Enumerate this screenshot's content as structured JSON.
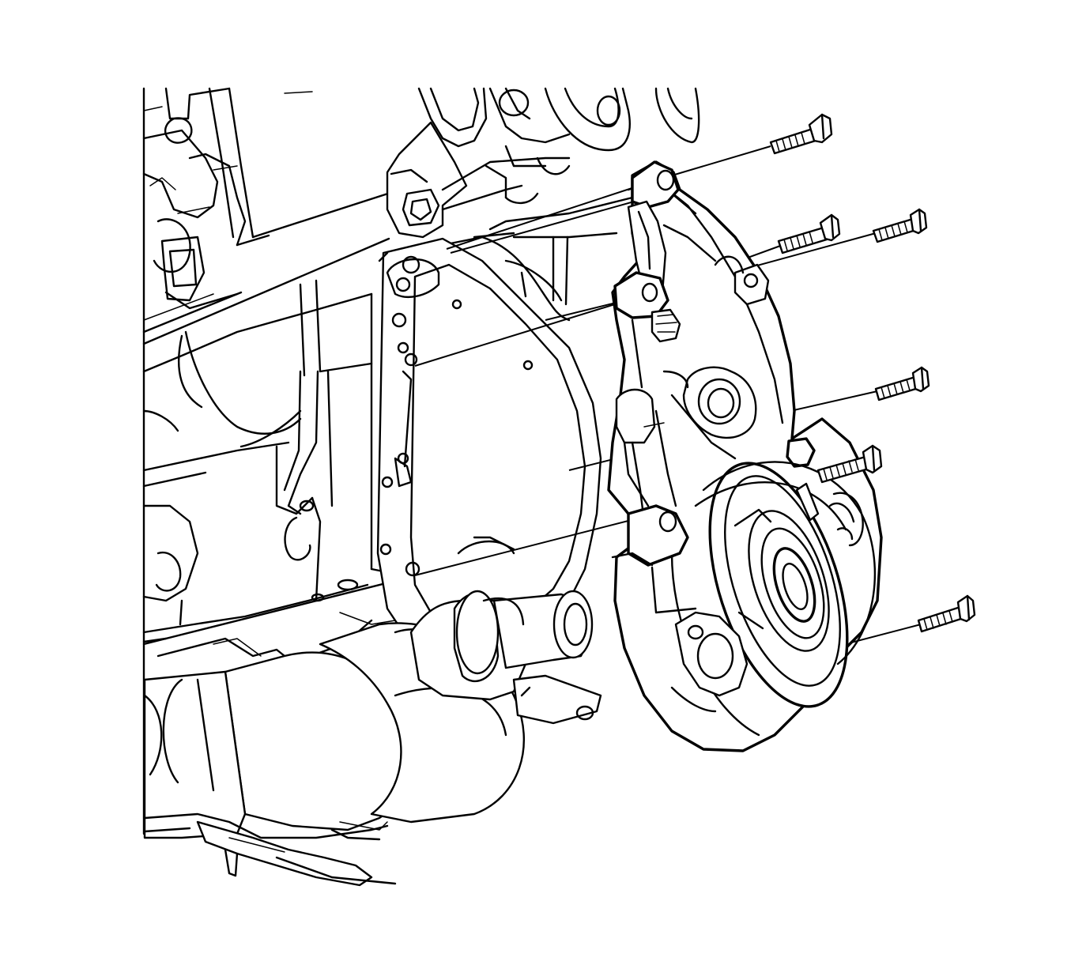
{
  "diagram": {
    "colors": {
      "background": "#ffffff",
      "line": "#000000"
    },
    "components": [
      "engine-block",
      "crankshaft",
      "front-cover-gasket",
      "engine-front-cover",
      "front-cover-bolt"
    ],
    "bolt_count": 6
  }
}
